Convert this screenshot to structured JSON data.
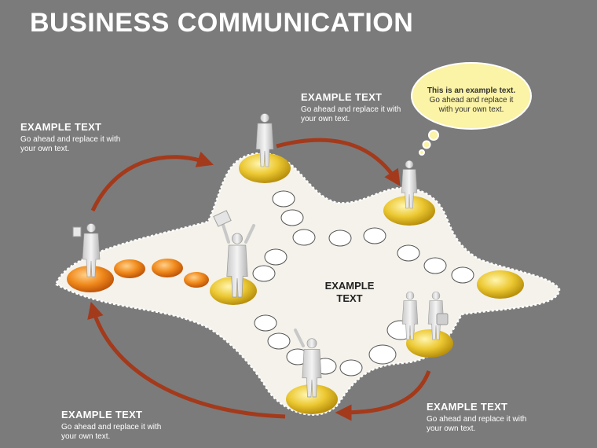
{
  "title": "BUSINESS COMMUNICATION",
  "center": {
    "line1": "EXAMPLE",
    "line2": "TEXT"
  },
  "bubble": {
    "line1": "This is an example text.",
    "line2": "Go ahead and replace it",
    "line3": "with your own text."
  },
  "text_blocks": {
    "top_left": {
      "heading": "EXAMPLE TEXT",
      "body": "Go ahead and replace it with your own text."
    },
    "top_center": {
      "heading": "EXAMPLE TEXT",
      "body": "Go ahead and replace it with your own text."
    },
    "bottom_left": {
      "heading": "EXAMPLE TEXT",
      "body": "Go ahead and replace it with your own text."
    },
    "bottom_right": {
      "heading": "EXAMPLE TEXT",
      "body": "Go ahead and replace it with your own text."
    }
  },
  "colors": {
    "background": "#7b7b7b",
    "platform": "#f4f2ea",
    "gold_disc": "#e2bc23",
    "orange_disc": "#ef7d12",
    "arrow": "#a33a1c",
    "bubble": "#fbf3a5"
  }
}
